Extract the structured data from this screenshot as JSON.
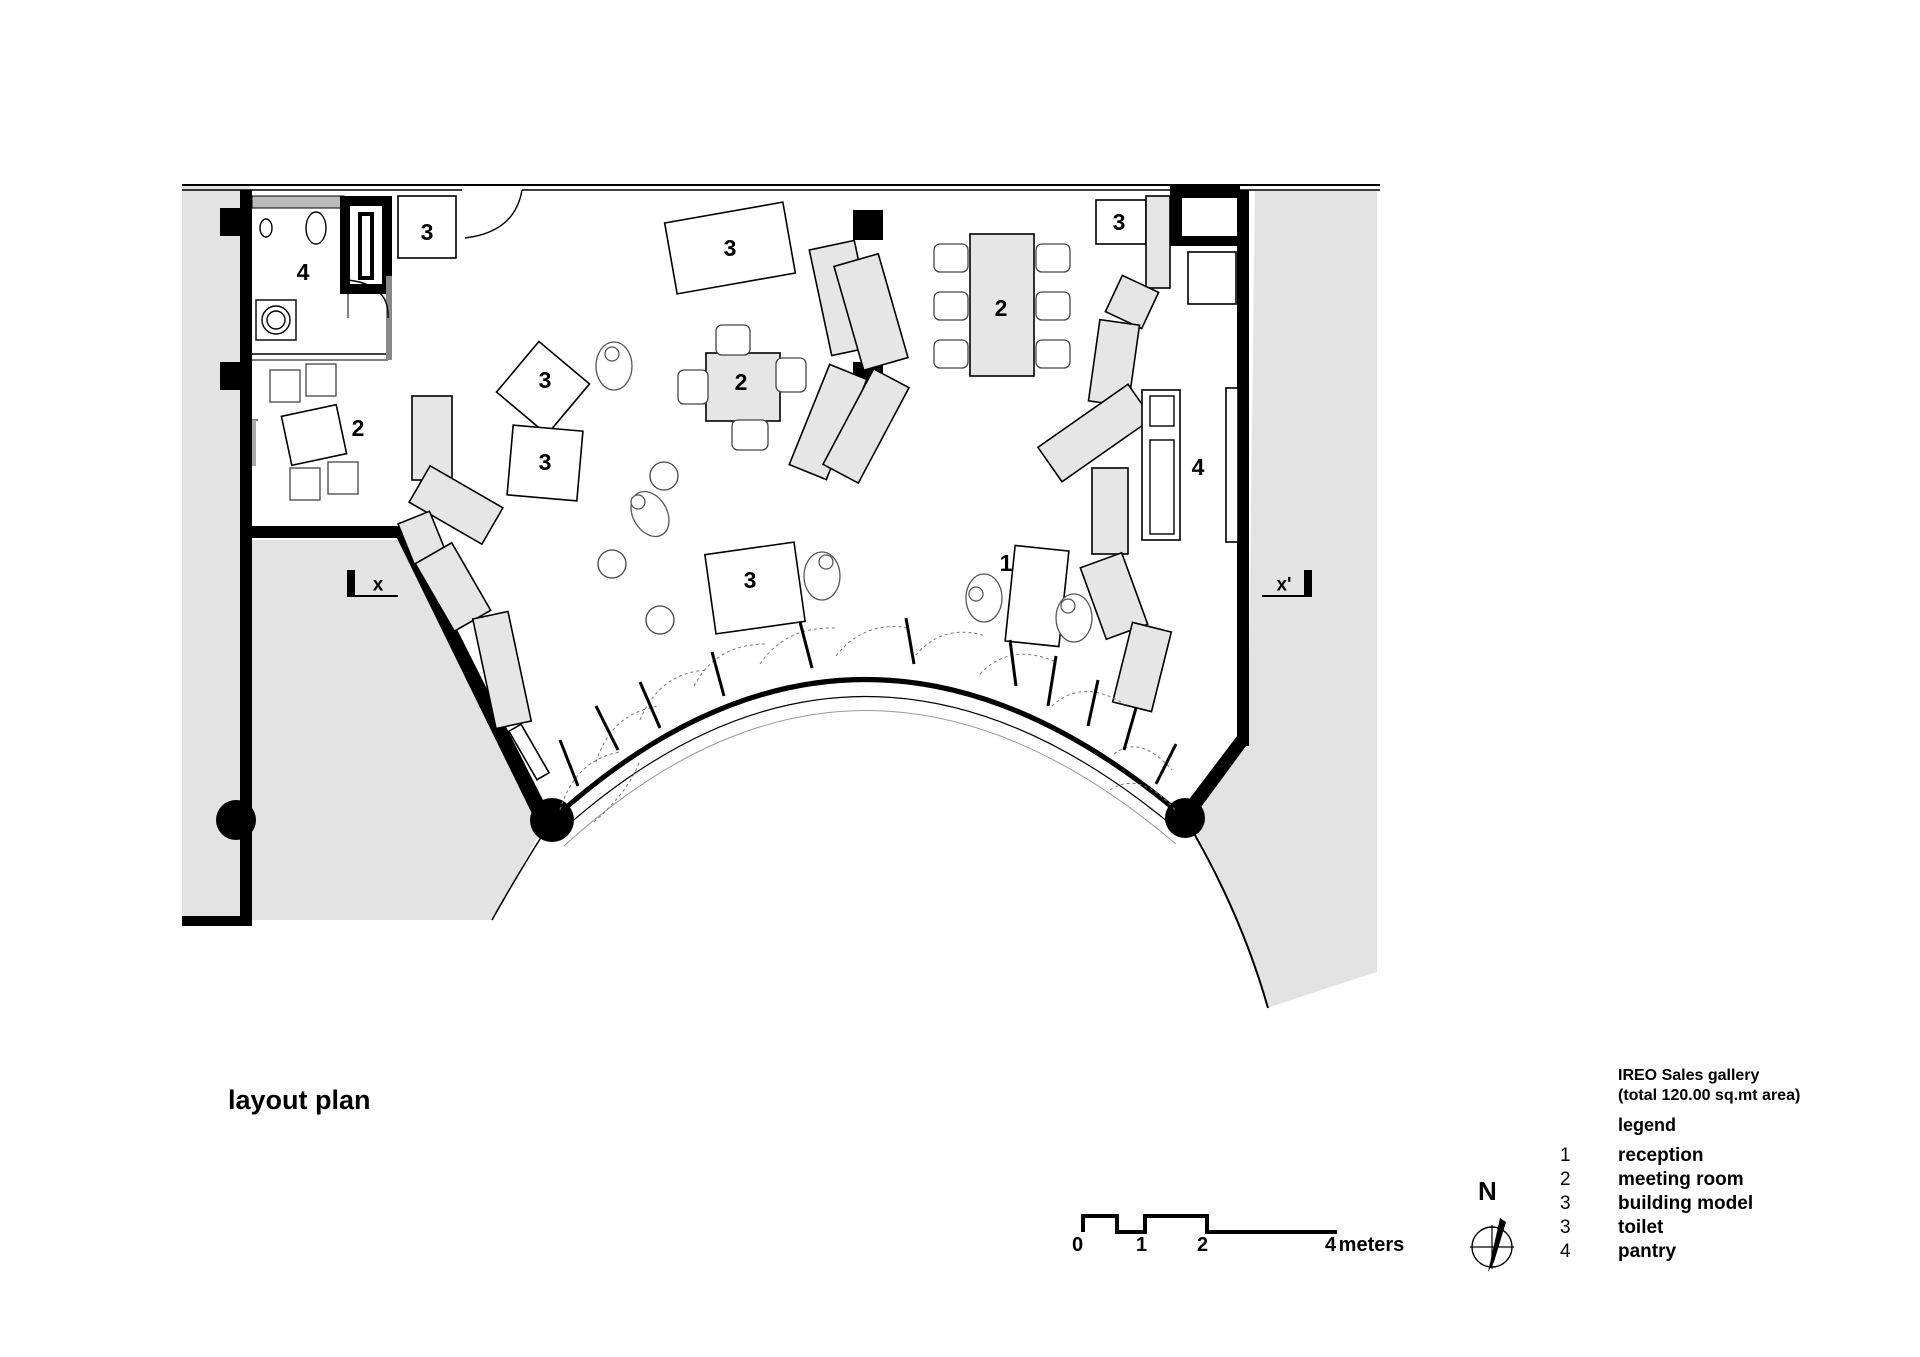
{
  "title": "layout plan",
  "project": {
    "name": "IREO Sales gallery",
    "area": "(total 120.00 sq.mt area)"
  },
  "legend": {
    "heading": "legend",
    "items": [
      {
        "number": "1",
        "label": "reception"
      },
      {
        "number": "2",
        "label": "meeting room"
      },
      {
        "number": "3",
        "label": "building model"
      },
      {
        "number": "3",
        "label": "toilet"
      },
      {
        "number": "4",
        "label": "pantry"
      }
    ]
  },
  "scale_bar": {
    "ticks": [
      "0",
      "1",
      "2",
      "4 meters"
    ]
  },
  "north": "N",
  "section_marks": [
    "x",
    "x'"
  ],
  "room_numbers": {
    "toilet_4": "4",
    "toilet_model_3": "3",
    "model_top_3": "3",
    "meeting_left_2": "2",
    "meeting_center_2": "2",
    "meeting_right_2": "2",
    "model_right_3": "3",
    "model_diamond_3": "3",
    "model_square_3": "3",
    "model_lower_3": "3",
    "reception_1": "1",
    "pantry_4": "4"
  },
  "colors": {
    "wall": "#000000",
    "outside": "#e3e3e3",
    "background": "#ffffff"
  }
}
